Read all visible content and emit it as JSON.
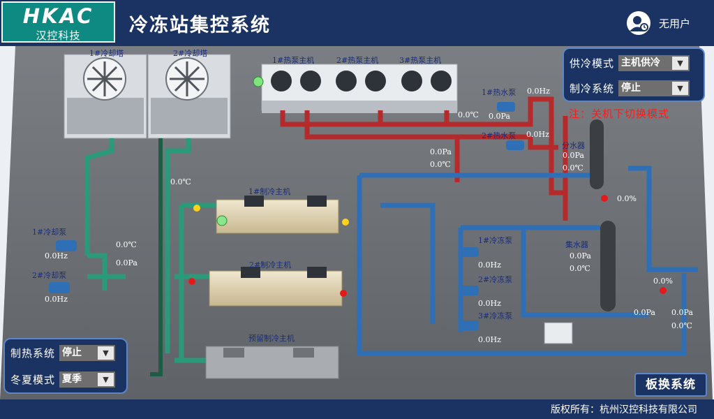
{
  "header": {
    "logo_text": "HKAC",
    "logo_subtitle": "汉控科技",
    "title": "冷冻站集控系统",
    "user_label": "无用户"
  },
  "footer": {
    "copyright": "版权所有：杭州汉控科技有限公司"
  },
  "supply_panel": {
    "supply_mode_label": "供冷模式",
    "supply_mode_value": "主机供冷",
    "cooling_system_label": "制冷系统",
    "cooling_system_value": "停止"
  },
  "note": "注：关机下切换模式",
  "bottom_panel": {
    "heating_label": "制热系统",
    "heating_value": "停止",
    "season_label": "冬夏模式",
    "season_value": "夏季"
  },
  "plate_button": "板换系统",
  "equipment": {
    "cooling_tower_1": "1#冷却塔",
    "cooling_tower_2": "2#冷却塔",
    "heat_pump_1": "1#热泵主机",
    "heat_pump_2": "2#热泵主机",
    "heat_pump_3": "3#热泵主机",
    "chiller_1": "1#制冷主机",
    "chiller_2": "2#制冷主机",
    "chiller_reserve": "预留制冷主机",
    "cooling_pump_1": "1#冷却泵",
    "cooling_pump_2": "2#冷却泵",
    "hot_pump_1": "1#热水泵",
    "hot_pump_2": "2#热水泵",
    "chilled_pump_1": "1#冷冻泵",
    "chilled_pump_2": "2#冷冻泵",
    "chilled_pump_3": "3#冷冻泵",
    "divider": "分水器",
    "collector": "集水器"
  },
  "readings": {
    "cooling_pump_1_freq": "0.0Hz",
    "cooling_pump_2_freq": "0.0Hz",
    "cooling_temp": "0.0℃",
    "cooling_press": "0.0Pa",
    "tower_temp": "0.0℃",
    "hot_pump_1_freq": "0.0Hz",
    "hot_pump_1_temp": "0.0℃",
    "hot_pump_1_press": "0.0Pa",
    "hot_pump_2_freq": "0.0Hz",
    "hot_press": "0.0Pa",
    "hot_temp": "0.0℃",
    "divider_press": "0.0Pa",
    "divider_temp": "0.0℃",
    "valve_percent_1": "0.0%",
    "valve_percent_2": "0.0%",
    "chilled_pump_1_freq": "0.0Hz",
    "chilled_pump_2_freq": "0.0Hz",
    "chilled_pump_3_freq": "0.0Hz",
    "collector_press": "0.0Pa",
    "collector_temp": "0.0℃",
    "return_press_1": "0.0Pa",
    "return_press_2": "0.0Pa",
    "return_temp": "0.0℃"
  }
}
